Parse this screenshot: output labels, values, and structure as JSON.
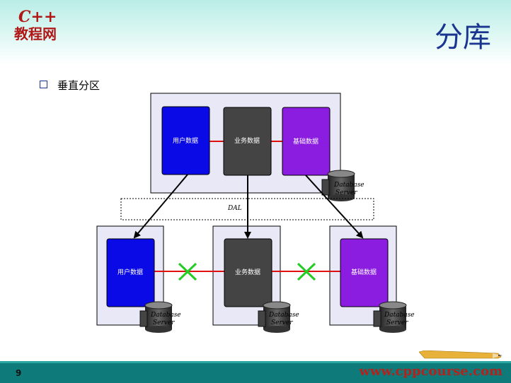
{
  "header": {
    "logo_line1": "C++",
    "logo_line2": "教程网",
    "title": "分库"
  },
  "bullet": {
    "text": "垂直分区"
  },
  "diagram": {
    "top_server": {
      "tables": [
        "用户数据",
        "业务数据",
        "基础数据"
      ],
      "db_label_1": "Database",
      "db_label_2": "Server"
    },
    "dal_label": "DAL",
    "servers": [
      {
        "table": "用户数据",
        "db_label_1": "Database",
        "db_label_2": "Server"
      },
      {
        "table": "业务数据",
        "db_label_1": "Database",
        "db_label_2": "Server"
      },
      {
        "table": "基础数据",
        "db_label_1": "Database",
        "db_label_2": "Server"
      }
    ],
    "colors": {
      "user": "#0a0ae6",
      "business": "#444444",
      "basic": "#8a1de0",
      "link": "#e01010",
      "cross": "#22cc22",
      "server_bg": "#e8e8f6"
    }
  },
  "footer": {
    "page_number": "9",
    "website": "www.cppcourse.com"
  }
}
